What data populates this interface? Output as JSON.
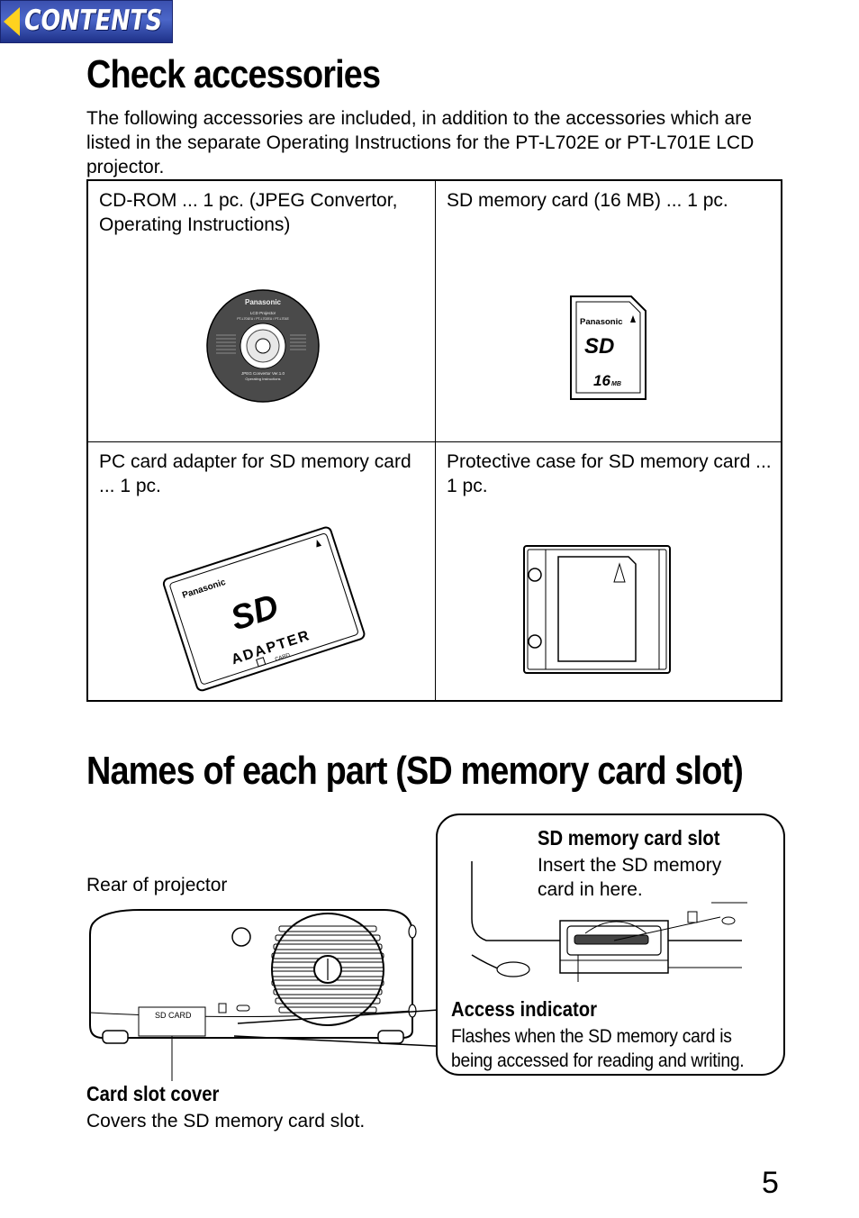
{
  "nav": {
    "contents_label": "CONTENTS"
  },
  "section1": {
    "title": "Check accessories",
    "intro": "The following accessories are included, in addition to the accessories which are listed in the separate Operating Instructions for the PT-L702E or PT-L701E LCD projector."
  },
  "accessories": [
    {
      "text": "CD-ROM ... 1 pc. (JPEG Convertor, Operating Instructions)",
      "icon": "cd-rom"
    },
    {
      "text": "SD memory card (16 MB) ... 1 pc.",
      "icon": "sd-card"
    },
    {
      "text": "PC card adapter for SD memory card ... 1 pc.",
      "icon": "pc-card-adapter"
    },
    {
      "text": "Protective case for SD memory card ... 1 pc.",
      "icon": "protective-case"
    }
  ],
  "illustration_text": {
    "cd_brand": "Panasonic",
    "cd_line1": "LCD Projector",
    "cd_line2": "PT-L701EU / PT-L702EU / PT-L701E",
    "cd_line3": "JPEG Convertor Ver.1.0",
    "cd_line4": "Operating Instructions",
    "sd_brand": "Panasonic",
    "sd_logo": "SD",
    "sd_capacity": "16",
    "sd_unit": "MB",
    "adapter_brand": "Panasonic",
    "adapter_logo": "SD",
    "adapter_word": "ADAPTER",
    "adapter_card": "CARD",
    "projector_slot_label": "SD CARD"
  },
  "section2": {
    "title": "Names of each part (SD memory card slot)",
    "rear_label": "Rear of projector",
    "slot_title": "SD memory card slot",
    "slot_desc_1": "Insert the SD memory",
    "slot_desc_2": "card in here.",
    "access_title": "Access indicator",
    "access_desc_1": "Flashes when the SD memory card is",
    "access_desc_2": "being accessed for reading and writing.",
    "cover_title": "Card slot cover",
    "cover_desc": "Covers the SD memory card slot."
  },
  "page_number": "5",
  "colors": {
    "nav_bg": "#3a4fae",
    "nav_arrow": "#ffd21f",
    "text": "#000000"
  }
}
